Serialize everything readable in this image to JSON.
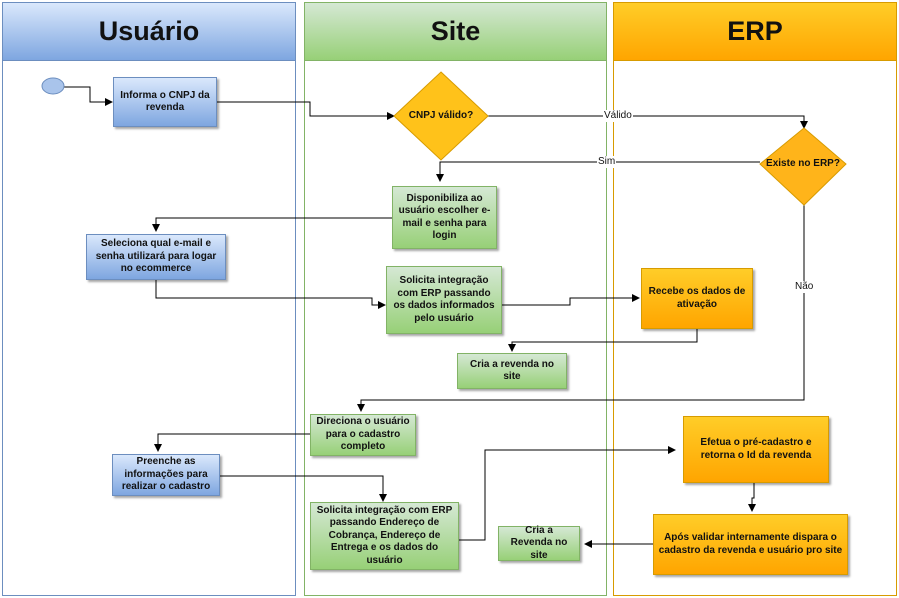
{
  "lanes": {
    "usuario": "Usuário",
    "site": "Site",
    "erp": "ERP"
  },
  "nodes": {
    "informa_cnpj": "Informa o CNPJ da revenda",
    "cnpj_valido": "CNPJ válido?",
    "existe_erp": "Existe no ERP?",
    "disponibiliza": "Disponibiliza ao usuário escolher e-mail e senha para login",
    "seleciona_email": "Seleciona qual e-mail e senha utilizará para logar no ecommerce",
    "solicita_integracao_1": "Solicita integração com ERP passando os dados informados pelo usuário",
    "recebe_dados": "Recebe os dados de ativação",
    "cria_revenda_1": "Cria a revenda no site",
    "direciona": "Direciona o usuário para o cadastro completo",
    "preenche": "Preenche as informações para realizar o cadastro",
    "efetua_pre": "Efetua o pré-cadastro e retorna o Id da revenda",
    "solicita_integracao_2": "Solicita integração com ERP passando Endereço de Cobrança, Endereço de Entrega e os dados do usuário",
    "apos_validar": "Após validar internamente dispara o cadastro da revenda e usuário pro site",
    "cria_revenda_2": "Cria a Revenda no site"
  },
  "edge_labels": {
    "valido": "Válido",
    "sim": "Sim",
    "nao": "Não"
  },
  "colors": {
    "blue_header": "#7ea6e0",
    "green_header": "#97d077",
    "orange_header": "#ffa500",
    "blue_border": "#6c8ebf",
    "green_border": "#82b366",
    "orange_border": "#d79b00"
  }
}
